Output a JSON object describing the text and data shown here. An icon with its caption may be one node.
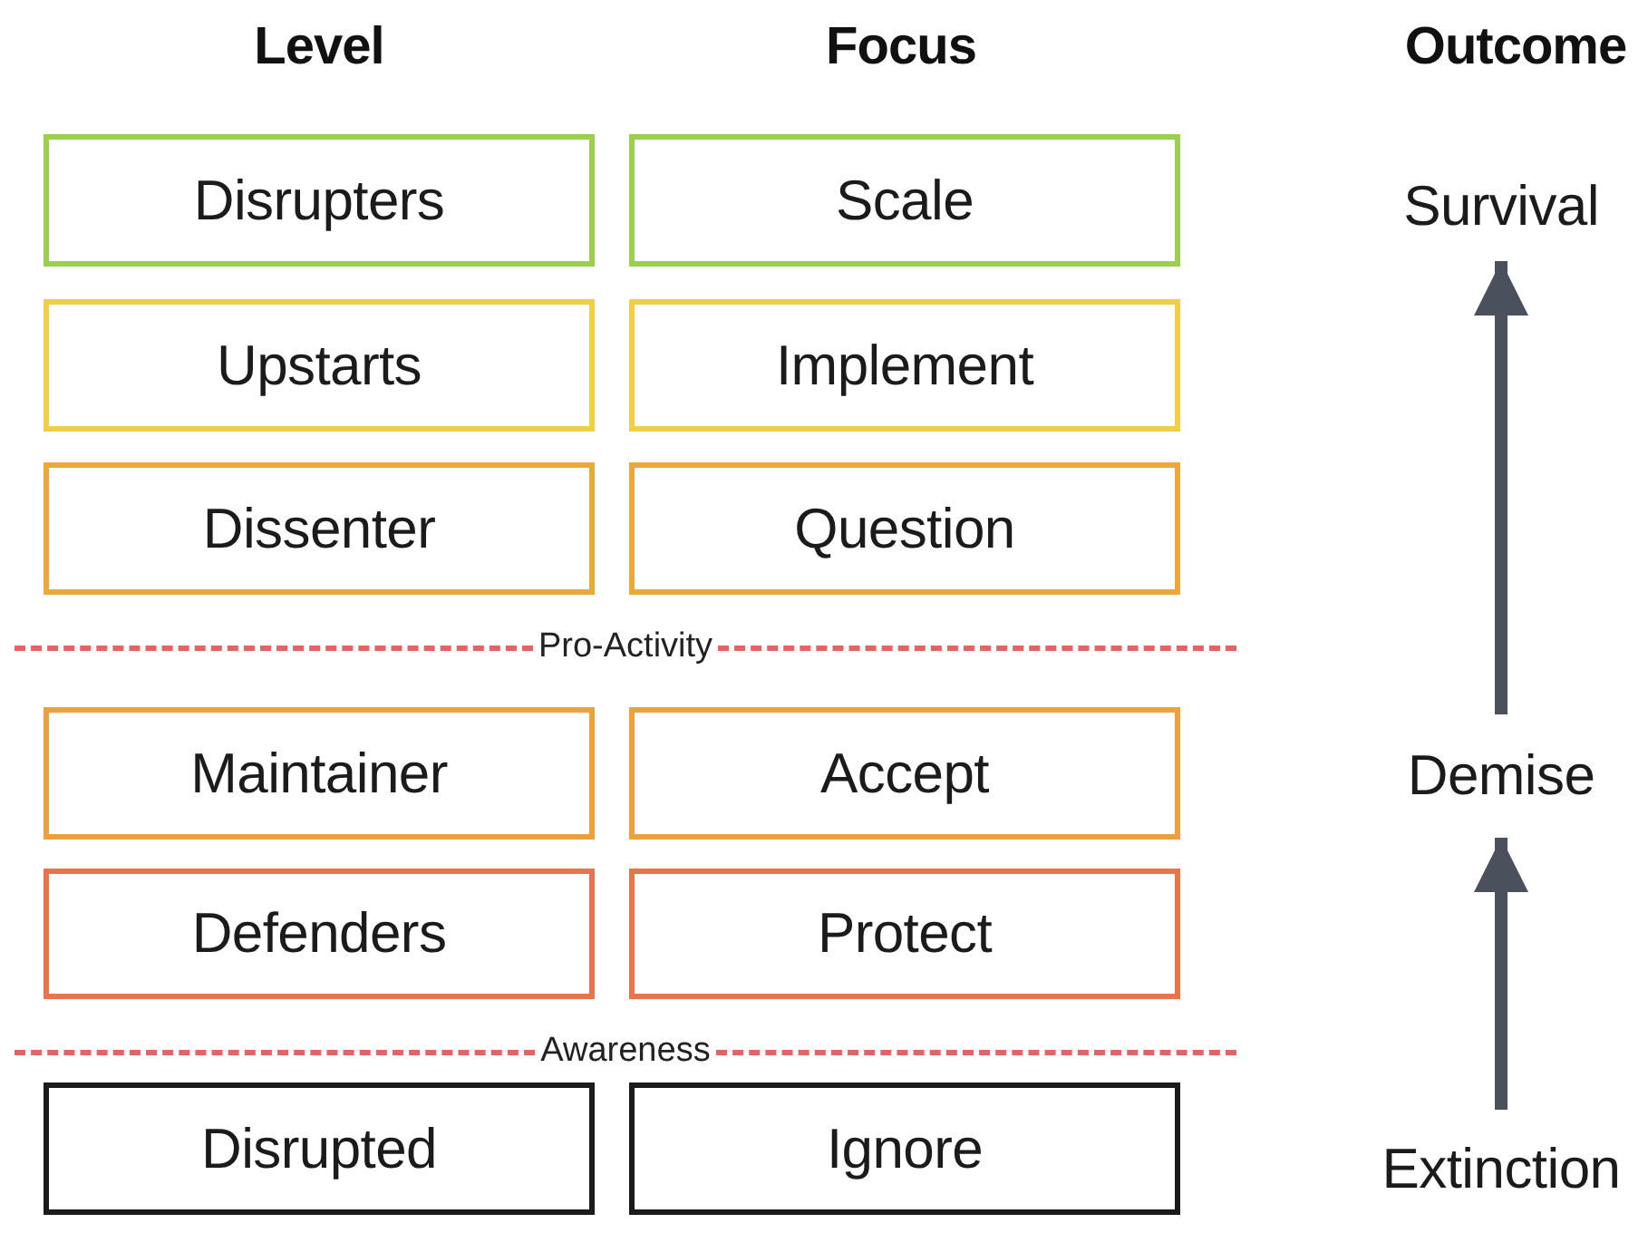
{
  "diagram": {
    "nodes": [
      {
        "text": [
          "Disrupters"
        ]
      },
      {
        "text": [
          "Scale"
        ]
      },
      {
        "text": [
          "Survival"
        ]
      },
      {
        "text": [
          "Upstarts"
        ]
      },
      {
        "text": [
          "Implement"
        ]
      },
      {
        "text": [
          "Dissenter"
        ]
      },
      {
        "text": [
          "Question"
        ]
      },
      {
        "text": [
          "Maintainer"
        ]
      },
      {
        "text": [
          "Accept"
        ]
      },
      {
        "text": [
          "Demise"
        ]
      },
      {
        "text": [
          "Defenders"
        ]
      },
      {
        "text": [
          "Protect"
        ]
      },
      {
        "text": [
          "Disrupted"
        ]
      },
      {
        "text": [
          "Ignore"
        ]
      },
      {
        "text": [
          "Extinction"
        ]
      }
    ],
    "edges": [
      {
        "from": 9,
        "to": 2,
        "arrow": "to"
      },
      {
        "from": 14,
        "to": 9,
        "arrow": "to"
      }
    ],
    "labels": [
      "Level",
      "Focus",
      "Outcome",
      "Pro-Activity",
      "Awareness"
    ]
  }
}
